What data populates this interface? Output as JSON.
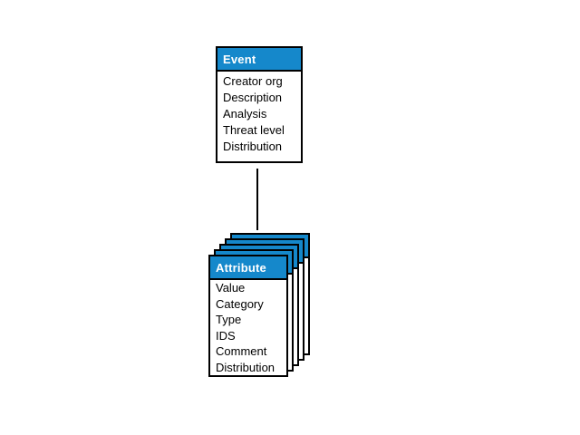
{
  "colors": {
    "background": "#ffffff",
    "accent": "#1588cb",
    "border": "#000000",
    "header_text": "#ffffff",
    "body_text": "#000000"
  },
  "event": {
    "title": "Event",
    "fields": [
      "Creator org",
      "Description",
      "Analysis",
      "Threat level",
      "Distribution"
    ]
  },
  "attribute": {
    "title": "Attribute",
    "stack_count": 5,
    "fields": [
      "Value",
      "Category",
      "Type",
      "IDS",
      "Comment",
      "Distribution"
    ]
  }
}
